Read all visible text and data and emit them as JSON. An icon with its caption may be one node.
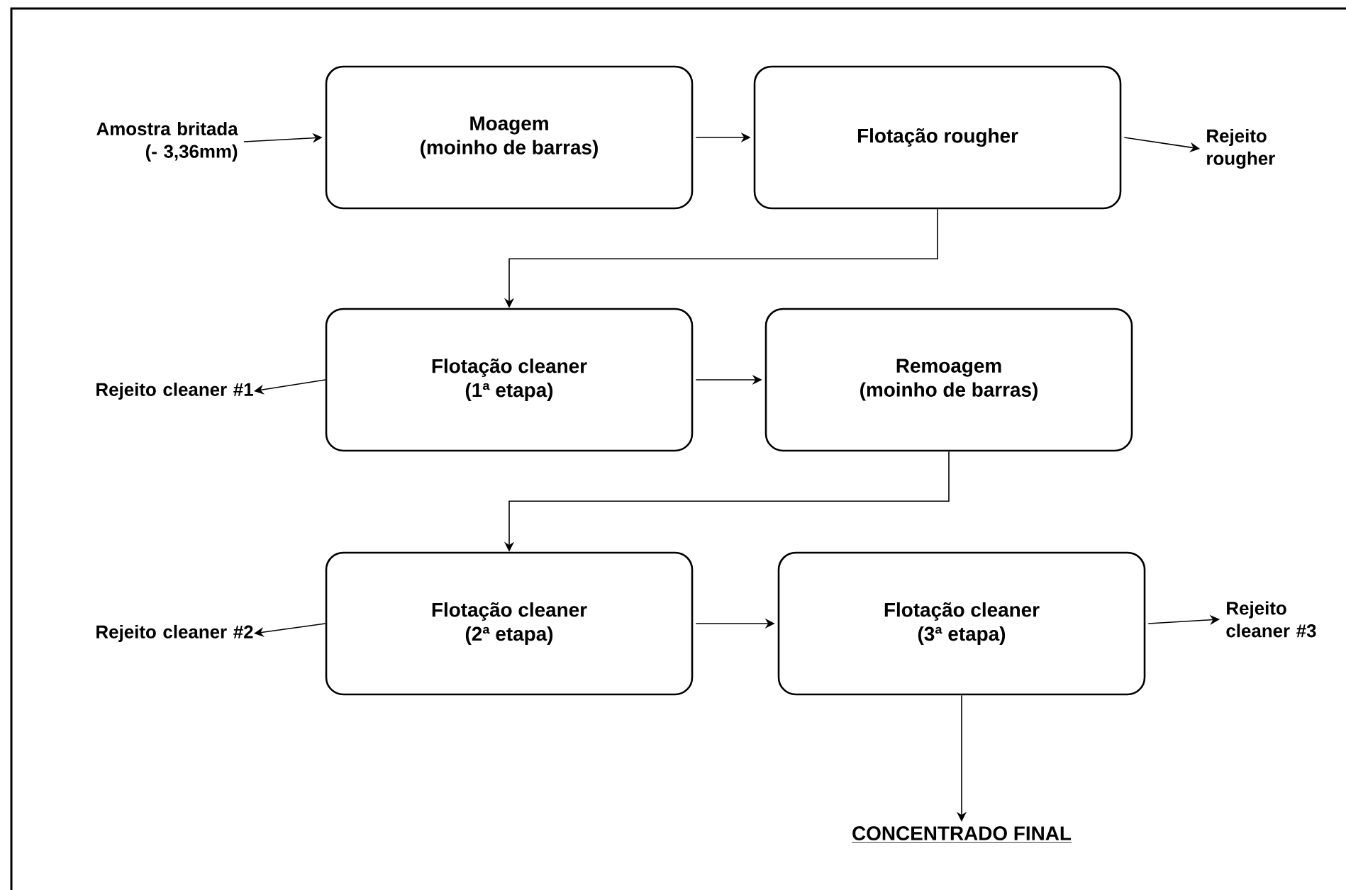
{
  "diagram": {
    "nodes": [
      {
        "text": [
          "Amostra britada (- 3,36mm)"
        ]
      },
      {
        "text": [
          "Moagem",
          "(moinho de barras)"
        ]
      },
      {
        "text": [
          "Flotação  rougher"
        ]
      },
      {
        "text": [
          "Rejeito rougher"
        ]
      },
      {
        "text": [
          "Rejeito cleaner #1"
        ]
      },
      {
        "text": [
          "Flotação  cleaner",
          "(1ª etapa)"
        ]
      },
      {
        "text": [
          "Remoagem",
          "(moinho de barras)"
        ]
      },
      {
        "text": [
          "Rejeito cleaner #2"
        ]
      },
      {
        "text": [
          "Flotação  cleaner",
          "(2ª etapa)"
        ]
      },
      {
        "text": [
          "Flotação  cleaner",
          "(3ª etapa)"
        ]
      },
      {
        "text": [
          "Rejeito cleaner #3"
        ]
      },
      {
        "text": [
          "CONCENTRADO FINAL"
        ]
      }
    ],
    "edges": [
      {
        "from": 0,
        "to": 1,
        "arrow": "to"
      },
      {
        "from": 1,
        "to": 2,
        "arrow": "to"
      },
      {
        "from": 2,
        "to": 3,
        "arrow": "to"
      },
      {
        "from": 2,
        "to": 5,
        "arrow": "to"
      },
      {
        "from": 5,
        "to": 4,
        "arrow": "to"
      },
      {
        "from": 5,
        "to": 6,
        "arrow": "to"
      },
      {
        "from": 6,
        "to": 8,
        "arrow": "to"
      },
      {
        "from": 8,
        "to": 7,
        "arrow": "to"
      },
      {
        "from": 8,
        "to": 9,
        "arrow": "to"
      },
      {
        "from": 9,
        "to": 10,
        "arrow": "to"
      },
      {
        "from": 9,
        "to": 11,
        "arrow": "to"
      }
    ]
  }
}
